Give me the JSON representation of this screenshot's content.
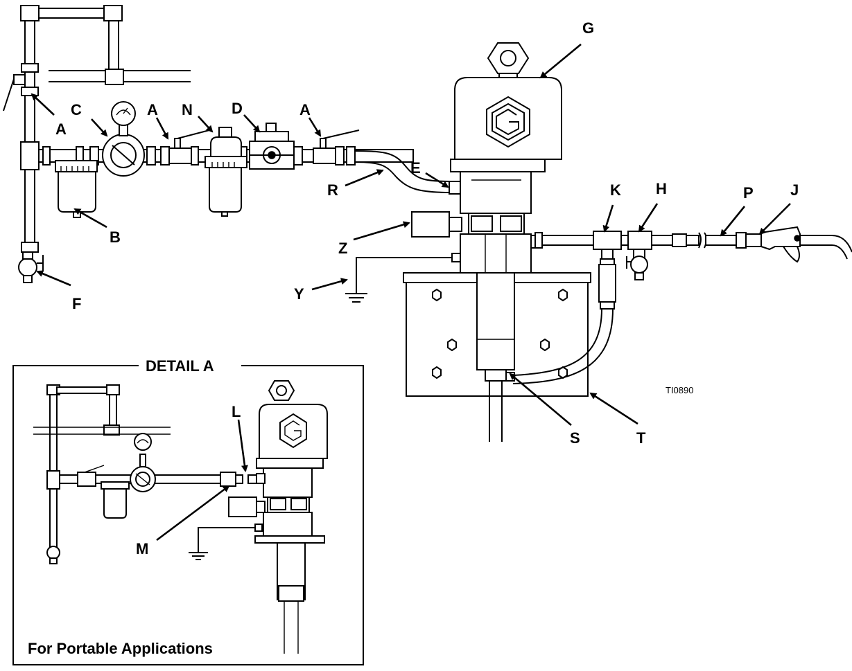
{
  "callouts": {
    "A1": "A",
    "A2": "A",
    "A3": "A",
    "B": "B",
    "C": "C",
    "D": "D",
    "E": "E",
    "F": "F",
    "G": "G",
    "H": "H",
    "J": "J",
    "K": "K",
    "L": "L",
    "M": "M",
    "N": "N",
    "P": "P",
    "R": "R",
    "S": "S",
    "T": "T",
    "Y": "Y",
    "Z": "Z"
  },
  "detail": {
    "title": "DETAIL A",
    "caption": "For Portable Applications"
  },
  "figure_id": "TI0890"
}
